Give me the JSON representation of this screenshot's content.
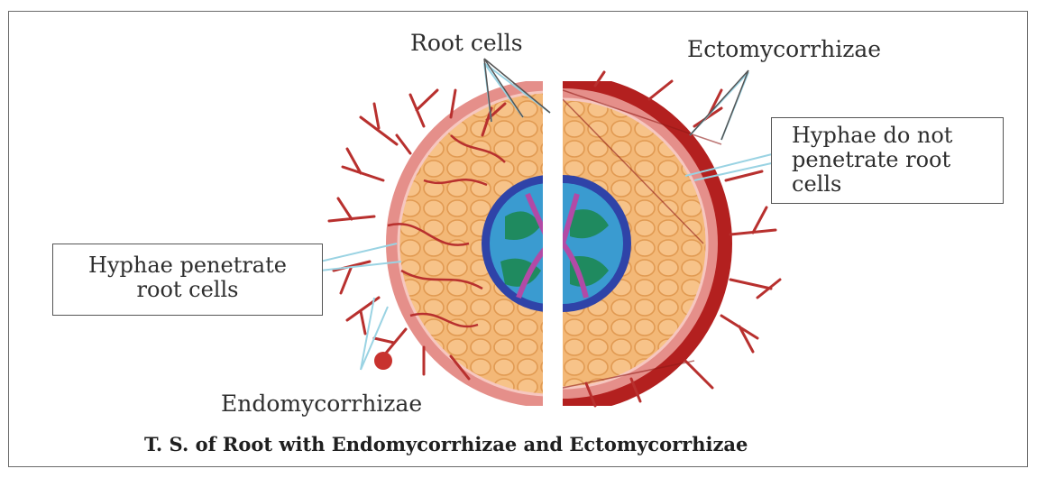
{
  "labels": {
    "root_cells": "Root cells",
    "ectomycorrhizae": "Ectomycorrhizae",
    "hyphae_not_penetrate": [
      "Hyphae do not",
      "penetrate root",
      "cells"
    ],
    "hyphae_penetrate": [
      "Hyphae penetrate",
      "root cells"
    ],
    "endomycorrhizae": "Endomycorrhizae"
  },
  "caption": "T. S. of Root with Endomycorrhizae and Ectomycorrhizae",
  "colors": {
    "cortex": "#f3b877",
    "cortex_cell_outline": "#e7a35c",
    "outer_ring": "#e58f8a",
    "hyphae": "#b8302e",
    "fungal_mantle": "#b3201f",
    "stele_border": "#2f43a8",
    "xylem": "#1f8a5f",
    "phloem": "#b24aa6",
    "pointer_lines": "#9ad3e3"
  }
}
